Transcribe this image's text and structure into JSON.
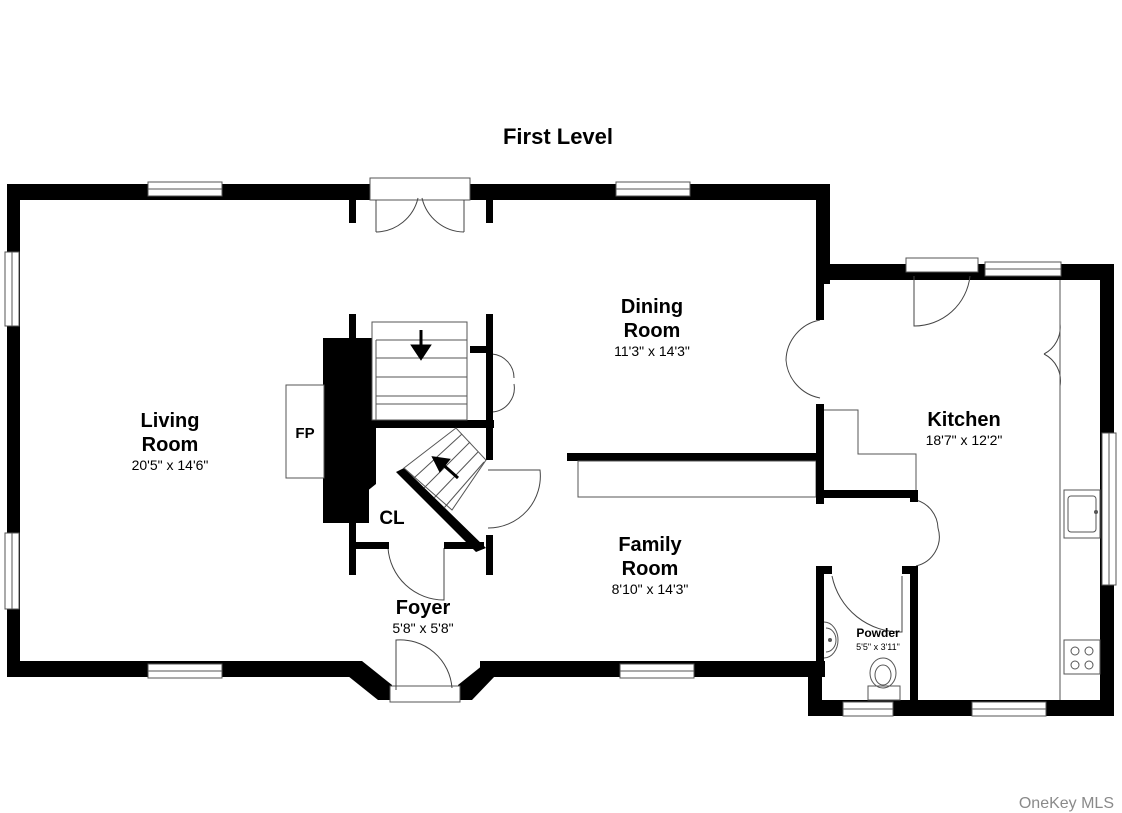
{
  "title": "First Level",
  "watermark": "OneKey MLS",
  "rooms": {
    "living": {
      "name1": "Living",
      "name2": "Room",
      "dims": "20'5\" x 14'6\""
    },
    "dining": {
      "name1": "Dining",
      "name2": "Room",
      "dims": "11'3\" x 14'3\""
    },
    "kitchen": {
      "name1": "Kitchen",
      "dims": "18'7\" x 12'2\""
    },
    "family": {
      "name1": "Family",
      "name2": "Room",
      "dims": "8'10\" x 14'3\""
    },
    "foyer": {
      "name1": "Foyer",
      "dims": "5'8\" x 5'8\""
    },
    "powder": {
      "name1": "Powder",
      "dims": "5'5\" x 3'11\""
    },
    "closet": {
      "name1": "CL"
    },
    "fireplace": {
      "name1": "FP"
    }
  },
  "colors": {
    "wall": "#000000",
    "line": "#555555",
    "watermark": "#8a8a8a"
  }
}
